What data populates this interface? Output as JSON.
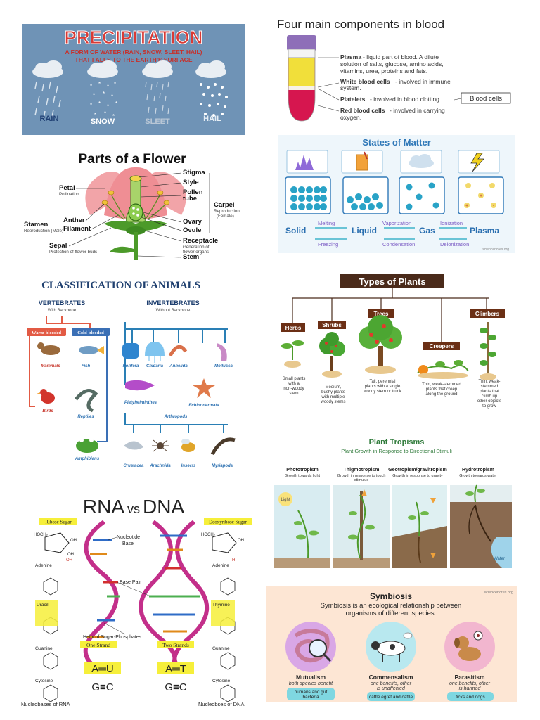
{
  "precipitation": {
    "title": "PRECIPITATION",
    "subtitle_line1": "A FORM OF WATER (RAIN, SNOW, SLEET, HAIL)",
    "subtitle_line2": "THAT FALLS TO THE EARTH'S SURFACE",
    "types": [
      "RAIN",
      "SNOW",
      "SLEET",
      "HAIL"
    ],
    "colors": {
      "background": "#6f93b6",
      "title": "#d93a35",
      "subtitle": "#c6312c"
    }
  },
  "blood": {
    "title": "Four main components in blood",
    "items": [
      {
        "term": "Plasma",
        "desc": "- liquid part of blood. A dilute solution of salts, glucose, amino acids, vitamins, urea, proteins and fats."
      },
      {
        "term": "White blood cells",
        "desc": "- involved in immune system."
      },
      {
        "term": "Platelets",
        "desc": "- involved in blood clotting."
      },
      {
        "term": "Red blood cells",
        "desc": "- involved in carrying oxygen."
      }
    ],
    "box_label": "Blood cells",
    "colors": {
      "plasma": "#f1df3a",
      "red_cells": "#d6164f",
      "cap": "#8e6fb8"
    }
  },
  "flower": {
    "title": "Parts of a Flower",
    "left_labels": [
      {
        "name": "Petal",
        "sub": "Pollination"
      },
      {
        "name": "Stamen",
        "sub": "Reproduction (Male)"
      },
      {
        "name": "Anther",
        "sub": ""
      },
      {
        "name": "Filament",
        "sub": ""
      },
      {
        "name": "Sepal",
        "sub": "Protection of flower buds"
      }
    ],
    "right_labels": [
      {
        "name": "Stigma",
        "sub": ""
      },
      {
        "name": "Style",
        "sub": ""
      },
      {
        "name": "Pollen tube",
        "sub": ""
      },
      {
        "name": "Ovary",
        "sub": ""
      },
      {
        "name": "Ovule",
        "sub": ""
      },
      {
        "name": "Receptacle",
        "sub": "Generation of flower organs"
      },
      {
        "name": "Stem",
        "sub": ""
      }
    ],
    "carpel": {
      "name": "Carpel",
      "sub": "Reproduction (Female)"
    }
  },
  "matter": {
    "title": "States of Matter",
    "states": [
      "Solid",
      "Liquid",
      "Gas",
      "Plasma"
    ],
    "transitions_top": [
      "Melting",
      "Vaporization",
      "Ionization"
    ],
    "transitions_bottom": [
      "Freezing",
      "Condensation",
      "Deionization"
    ],
    "credit": "sciencenotes.org"
  },
  "animals": {
    "title": "CLASSIFICATION OF ANIMALS",
    "vertebrates": "VERTEBRATES",
    "vertebrates_sub": "With Backbone",
    "invertebrates": "INVERTEBRATES",
    "invertebrates_sub": "Without Backbone",
    "warm": "Warm-blooded",
    "cold": "Cold-blooded",
    "vert_groups": [
      "Mammals",
      "Fish",
      "Birds",
      "Reptiles",
      "Amphibians"
    ],
    "invert_groups": [
      "Porifera",
      "Cnidaria",
      "Annelida",
      "Mollusca",
      "Platyhelminthes",
      "Echinodermata"
    ],
    "arthropods": "Arthropods",
    "arthropod_groups": [
      "Crustacea",
      "Arachnida",
      "Insects",
      "Myriapoda"
    ]
  },
  "plants": {
    "title": "Types of Plants",
    "types": [
      {
        "name": "Herbs",
        "desc": "Small plants with a non-woody stem"
      },
      {
        "name": "Shrubs",
        "desc": "Medium, bushy plants with multiple woody stems"
      },
      {
        "name": "Trees",
        "desc": "Tall, perennial plants with a single woody stem or trunk"
      },
      {
        "name": "Creepers",
        "desc": "Thin, weak-stemmed plants that creep along the ground"
      },
      {
        "name": "Climbers",
        "desc": "Thin, weak-stemmed plants that climb up other objects to grow"
      }
    ]
  },
  "tropisms": {
    "title": "Plant Tropisms",
    "subtitle": "Plant Growth in Response to Directional Stimuli",
    "items": [
      {
        "name": "Phototropism",
        "desc": "Growth towards light"
      },
      {
        "name": "Thigmotropism",
        "desc": "Growth in response to touch stimulus"
      },
      {
        "name": "Geotropism/gravitropism",
        "desc": "Growth in response to gravity"
      },
      {
        "name": "Hydrotropism",
        "desc": "Growth towards water"
      }
    ],
    "light_label": "Light",
    "water_label": "Water"
  },
  "rnadna": {
    "title": "RNA vs DNA",
    "title_rna": "RNA",
    "title_vs": "vs",
    "title_dna": "DNA",
    "ribose": "Ribose Sugar",
    "deoxyribose": "Deoxyribose Sugar",
    "nucleotide_base": "Nucleotide Base",
    "base_pair": "Base Pair",
    "helix": "Helix of Sugar-Phosphates",
    "one_strand": "One Strand",
    "two_strands": "Two Strands",
    "left_bases": [
      "Adenine",
      "Uracil",
      "Guanine",
      "Cytosine"
    ],
    "right_bases": [
      "Adenine",
      "Thymine",
      "Guanine",
      "Cytosine"
    ],
    "pair_rna": "A═U",
    "pair_dna": "A═T",
    "pair_gc": "G≡C",
    "footer_rna": "Nucleobases of RNA",
    "footer_dna": "Nucleobses of DNA"
  },
  "symbiosis": {
    "credit": "sciencenotes.org",
    "title": "Symbiosis",
    "desc_line1": "Symbiosis is an ecological relationship between",
    "desc_line2": "organisms of different species.",
    "types": [
      {
        "name": "Mutualism",
        "desc1": "both species benefit",
        "desc2": "",
        "example": "humans and gut bacteria"
      },
      {
        "name": "Commensalism",
        "desc1": "one benefits, other",
        "desc2": "is unaffected",
        "example": "cattle egret and cattle"
      },
      {
        "name": "Parasitism",
        "desc1": "one benefits, other",
        "desc2": "is harmed",
        "example": "ticks and dogs"
      }
    ]
  }
}
